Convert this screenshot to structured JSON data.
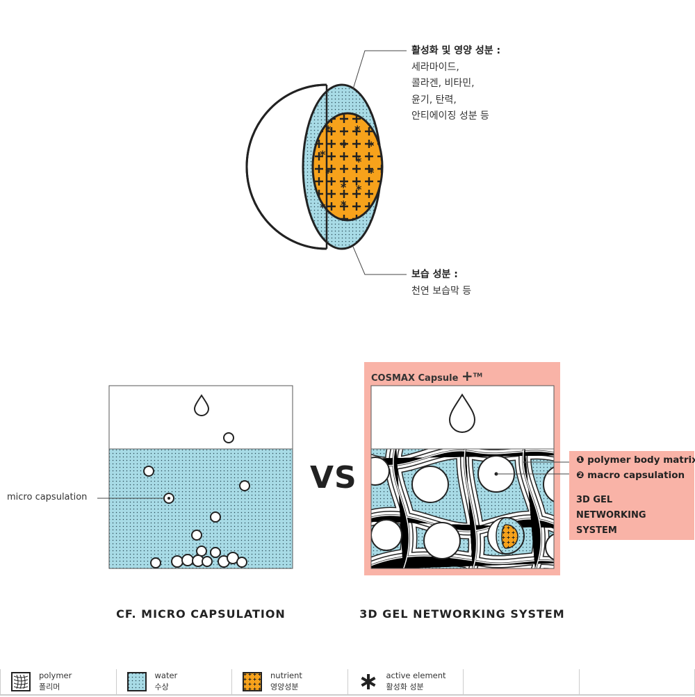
{
  "capsule_labels": {
    "active": {
      "heading": "활성화 및 영양 성분 :",
      "lines": [
        "세라마이드,",
        "콜라겐, 비타민,",
        "윤기, 탄력,",
        "안티에이징 성분 등"
      ]
    },
    "moisture": {
      "heading": "보습 성분 :",
      "lines": [
        "천연 보습막 등"
      ]
    }
  },
  "comparison": {
    "vs": "VS",
    "left_title": "CF. MICRO CAPSULATION",
    "left_callout": "micro capsulation",
    "right_header": "COSMAX Capsule",
    "right_header_mark": "+",
    "right_header_tm": "TM",
    "right_title": "3D GEL NETWORKING SYSTEM",
    "right_callouts": [
      {
        "num": "❶",
        "label": "polymer body matrix"
      },
      {
        "num": "❷",
        "label": "macro capsulation"
      }
    ],
    "system_lines": [
      "3D GEL",
      "NETWORKING",
      "SYSTEM"
    ]
  },
  "legend": [
    {
      "icon": "polymer-icon",
      "en": "polymer",
      "ko": "폴리머"
    },
    {
      "icon": "water-icon",
      "en": "water",
      "ko": "수상"
    },
    {
      "icon": "nutrient-icon",
      "en": "nutrient",
      "ko": "영양성분"
    },
    {
      "icon": "active-element-icon",
      "en": "active element",
      "ko": "활성화 성분"
    }
  ],
  "colors": {
    "water": "#a8dbe6",
    "nutrient": "#f7a21b",
    "pink": "#f9b3a7",
    "ink": "#222222"
  }
}
